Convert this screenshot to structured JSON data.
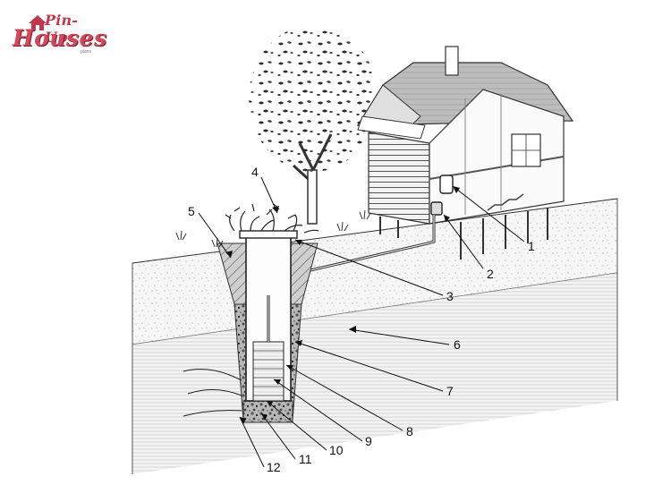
{
  "logo": {
    "line1": "Pin-Up",
    "line2": "Houses",
    "line3": "plans"
  },
  "callouts": [
    "1",
    "2",
    "3",
    "4",
    "5",
    "6",
    "7",
    "8",
    "9",
    "10",
    "11",
    "12"
  ],
  "colors": {
    "ink": "#111111",
    "logo_red": "#d5475a",
    "ground_fill": "#f3f3f3",
    "gravel_fill": "#8a8a8a"
  }
}
